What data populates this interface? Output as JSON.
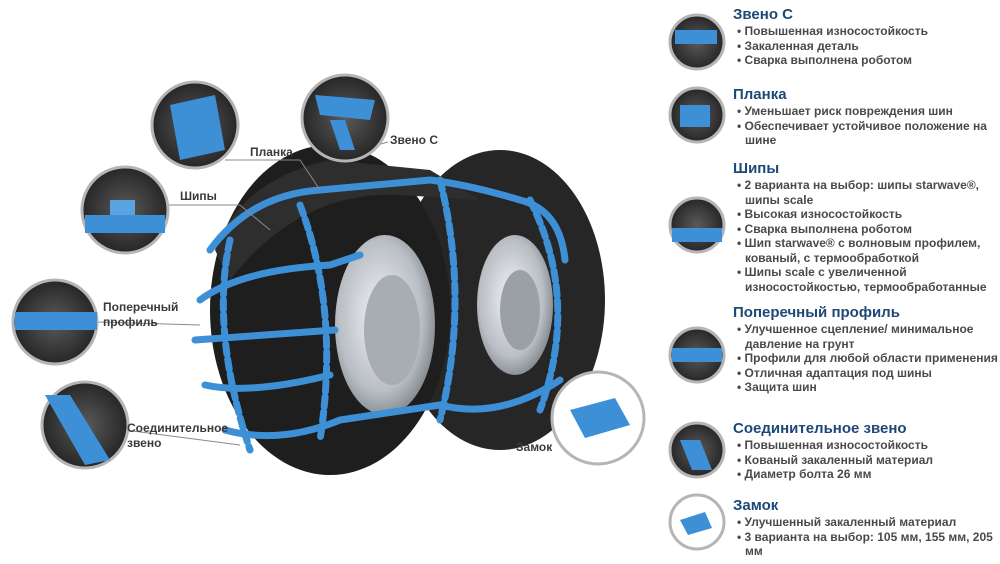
{
  "colors": {
    "chain": "#3d8fd6",
    "tire": "#1e1e1e",
    "rim": "#c8ccd0",
    "heading": "#1d4878",
    "text": "#4a4a4a"
  },
  "callouts": {
    "planka": "Планка",
    "zveno_c": "Звено С",
    "shipy": "Шипы",
    "profile_1": "Поперечный",
    "profile_2": "профиль",
    "connect_1": "Соединительное",
    "connect_2": "звено",
    "zamok": "Замок"
  },
  "sections": [
    {
      "title": "Звено С",
      "items": [
        "Повышенная износостойкость",
        "Закаленная деталь",
        "Сварка выполнена роботом"
      ]
    },
    {
      "title": "Планка",
      "items": [
        "Уменьшает риск повреждения шин",
        "Обеспечивает устойчивое положение на шине"
      ]
    },
    {
      "title": "Шипы",
      "items": [
        "2 варианта на выбор: шипы starwave®, шипы scale",
        "Высокая износостойкость",
        "Сварка выполнена роботом",
        "Шип starwave® с волновым профилем, кованый, с термообработкой",
        "Шипы scale с увеличенной износостойкостью, термообработанные"
      ]
    },
    {
      "title": "Поперечный профиль",
      "items": [
        "Улучшенное сцепление/ минимальное давление на грунт",
        "Профили для любой области применения",
        "Отличная адаптация под шины",
        "Защита шин"
      ]
    },
    {
      "title": "Соединительное звено",
      "items": [
        "Повышенная износостойкость",
        "Кованый закаленный материал",
        "Диаметр болта 26 мм"
      ]
    },
    {
      "title": "Замок",
      "items": [
        "Улучшенный закаленный материал",
        "3 варианта на выбор: 105 мм, 155 мм, 205 мм"
      ]
    }
  ]
}
